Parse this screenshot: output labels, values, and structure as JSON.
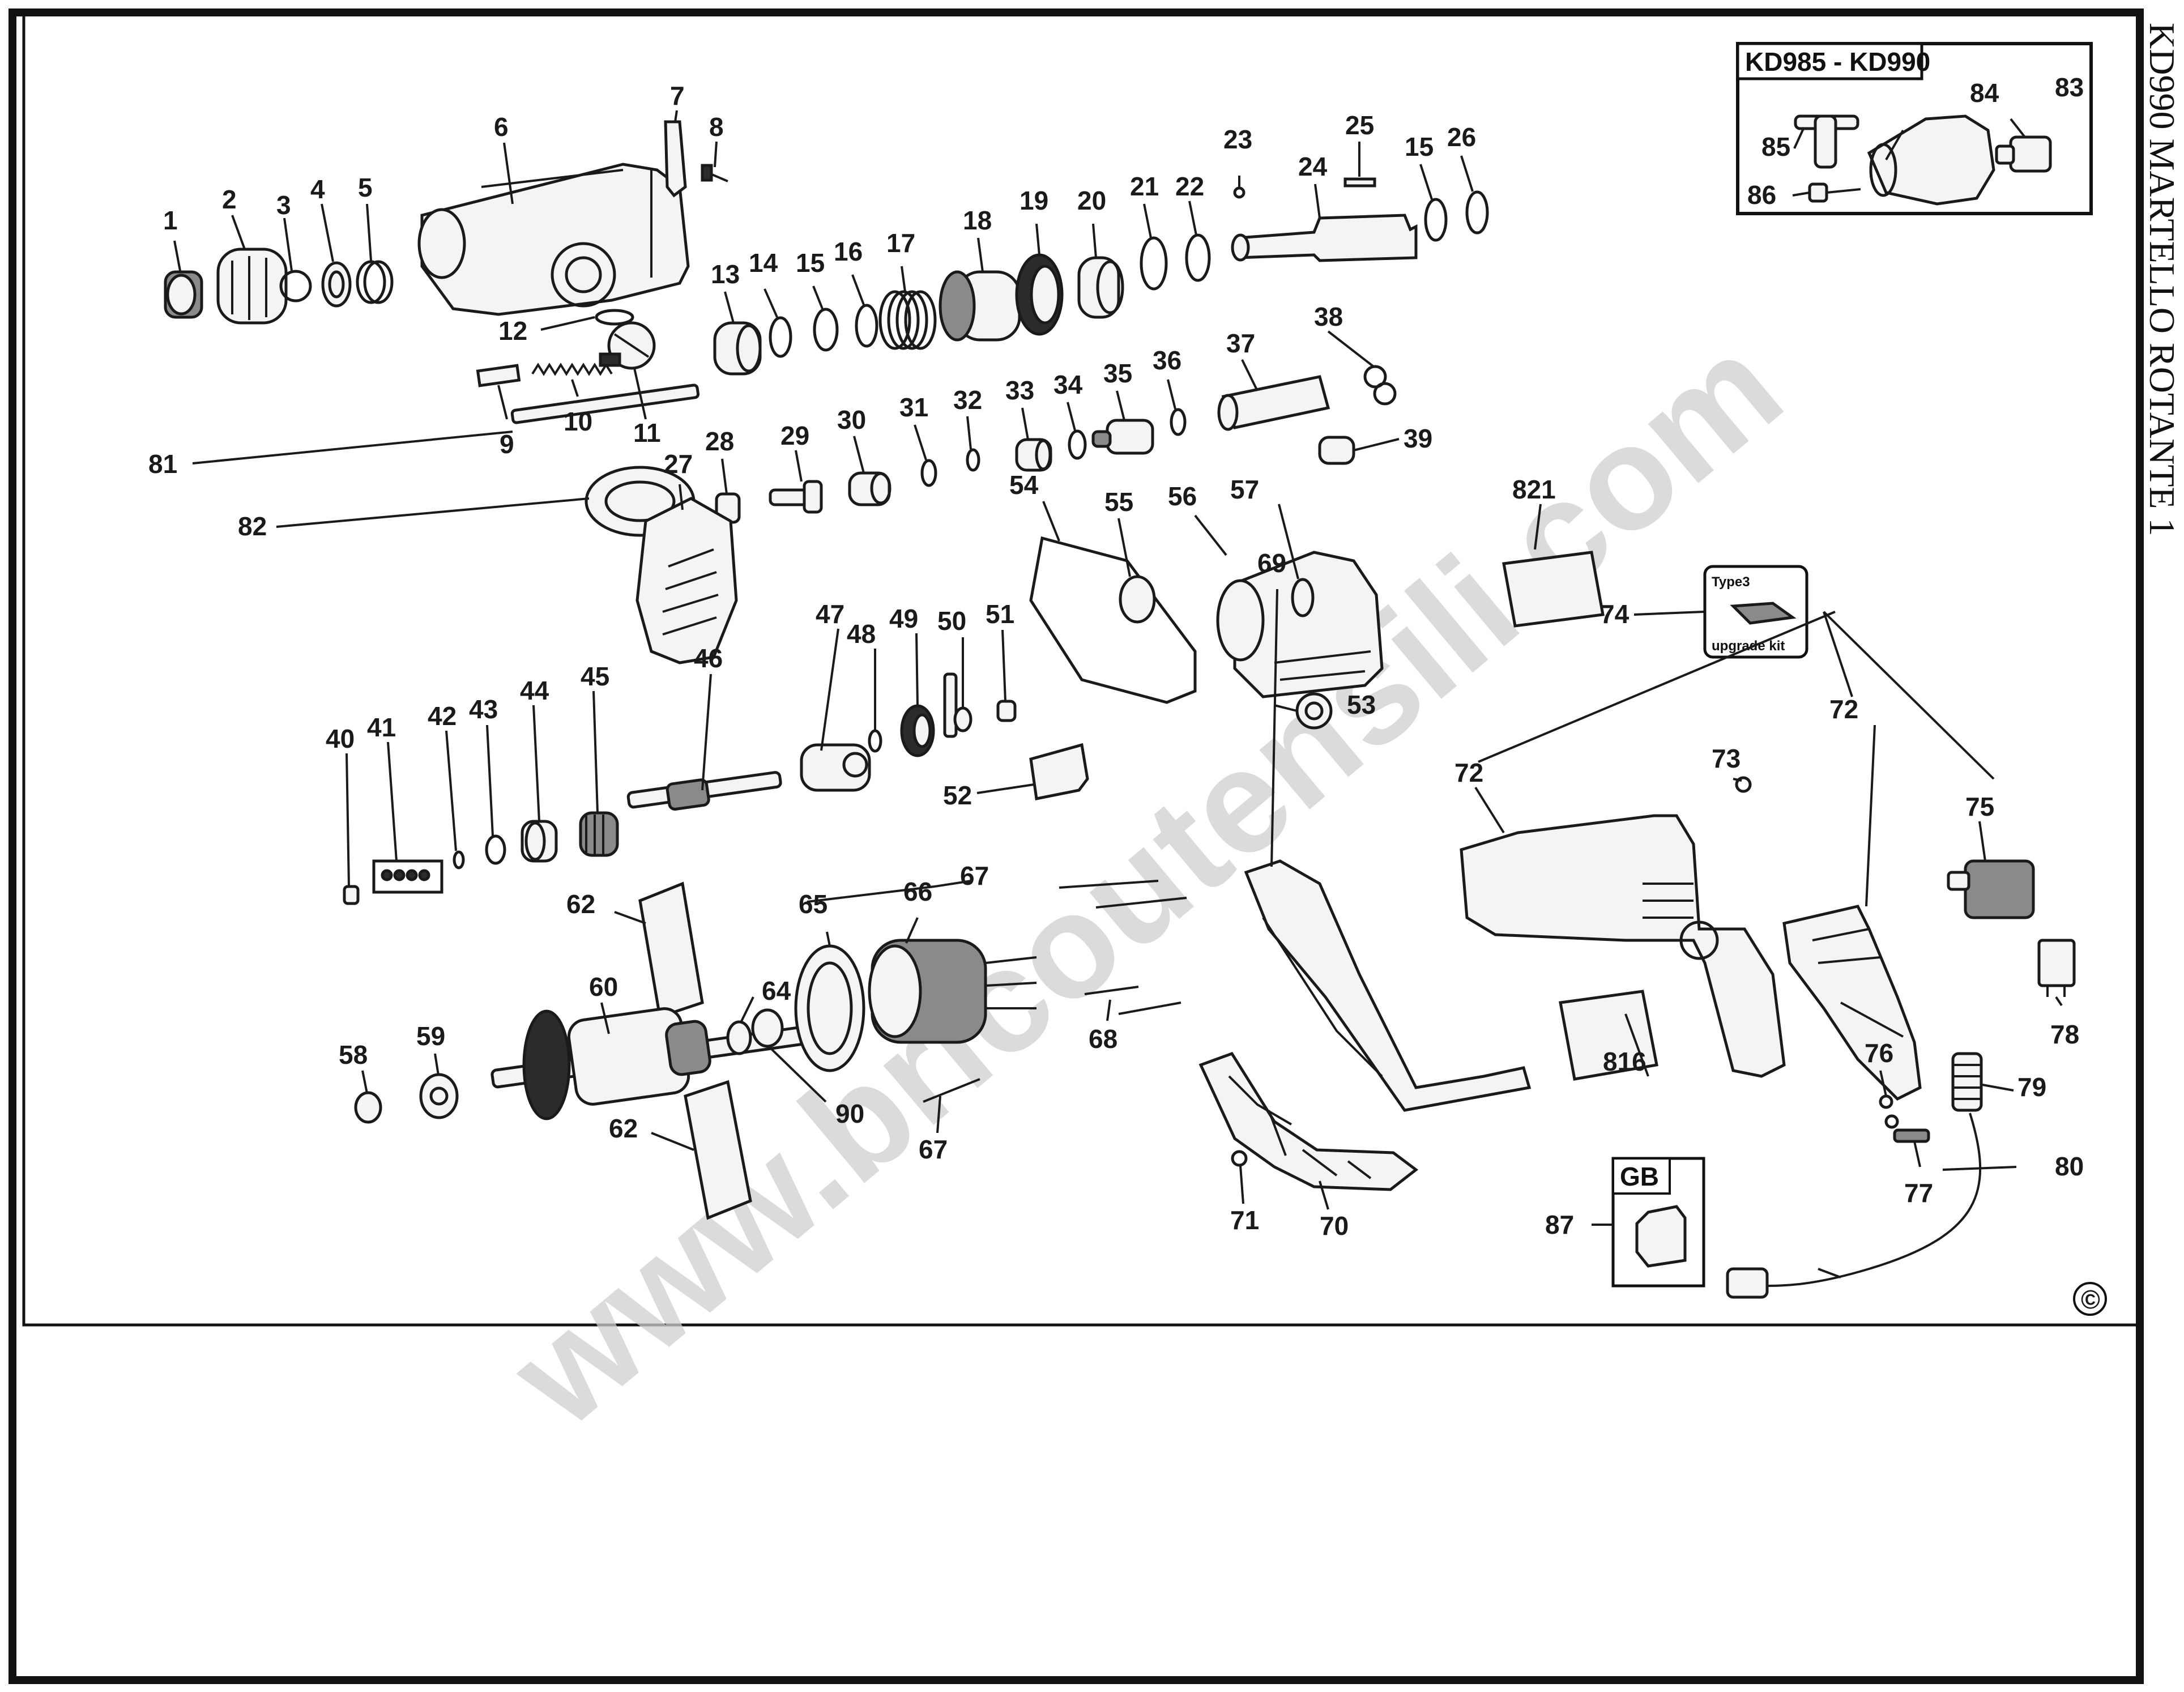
{
  "sheet": {
    "side_title": "KD990    MARTELLO ROTANTE 1",
    "watermark": "www.bricoutensili.com",
    "copyright_symbol": "©"
  },
  "inset_kd": {
    "title": "KD985 - KD990",
    "labels": [
      "83",
      "84",
      "85",
      "86"
    ]
  },
  "inset_gb": {
    "title": "GB",
    "label": "87"
  },
  "upgrade_kit": {
    "top_text": "Type3",
    "bottom_text": "upgrade kit",
    "label": "74"
  },
  "part_labels": {
    "p1": "1",
    "p2": "2",
    "p3": "3",
    "p4": "4",
    "p5": "5",
    "p6": "6",
    "p7": "7",
    "p8": "8",
    "p9": "9",
    "p10": "10",
    "p11": "11",
    "p12": "12",
    "p13": "13",
    "p14": "14",
    "p15a": "15",
    "p15b": "15",
    "p16": "16",
    "p17": "17",
    "p18": "18",
    "p19": "19",
    "p20": "20",
    "p21": "21",
    "p22": "22",
    "p23": "23",
    "p24": "24",
    "p25": "25",
    "p26": "26",
    "p27": "27",
    "p28": "28",
    "p29": "29",
    "p30": "30",
    "p31": "31",
    "p32": "32",
    "p33": "33",
    "p34": "34",
    "p35": "35",
    "p36": "36",
    "p37": "37",
    "p38": "38",
    "p39": "39",
    "p40": "40",
    "p41": "41",
    "p42": "42",
    "p43": "43",
    "p44": "44",
    "p45": "45",
    "p46": "46",
    "p47": "47",
    "p48": "48",
    "p49": "49",
    "p50": "50",
    "p51": "51",
    "p52": "52",
    "p53": "53",
    "p54": "54",
    "p55": "55",
    "p56": "56",
    "p57": "57",
    "p58": "58",
    "p59": "59",
    "p60": "60",
    "p62a": "62",
    "p62b": "62",
    "p64": "64",
    "p65": "65",
    "p66": "66",
    "p67a": "67",
    "p67b": "67",
    "p68": "68",
    "p69": "69",
    "p70": "70",
    "p71": "71",
    "p72a": "72",
    "p72b": "72",
    "p73": "73",
    "p75": "75",
    "p76": "76",
    "p77": "77",
    "p78": "78",
    "p79": "79",
    "p80": "80",
    "p81": "81",
    "p82": "82",
    "p90": "90",
    "p816": "816",
    "p821": "821"
  }
}
